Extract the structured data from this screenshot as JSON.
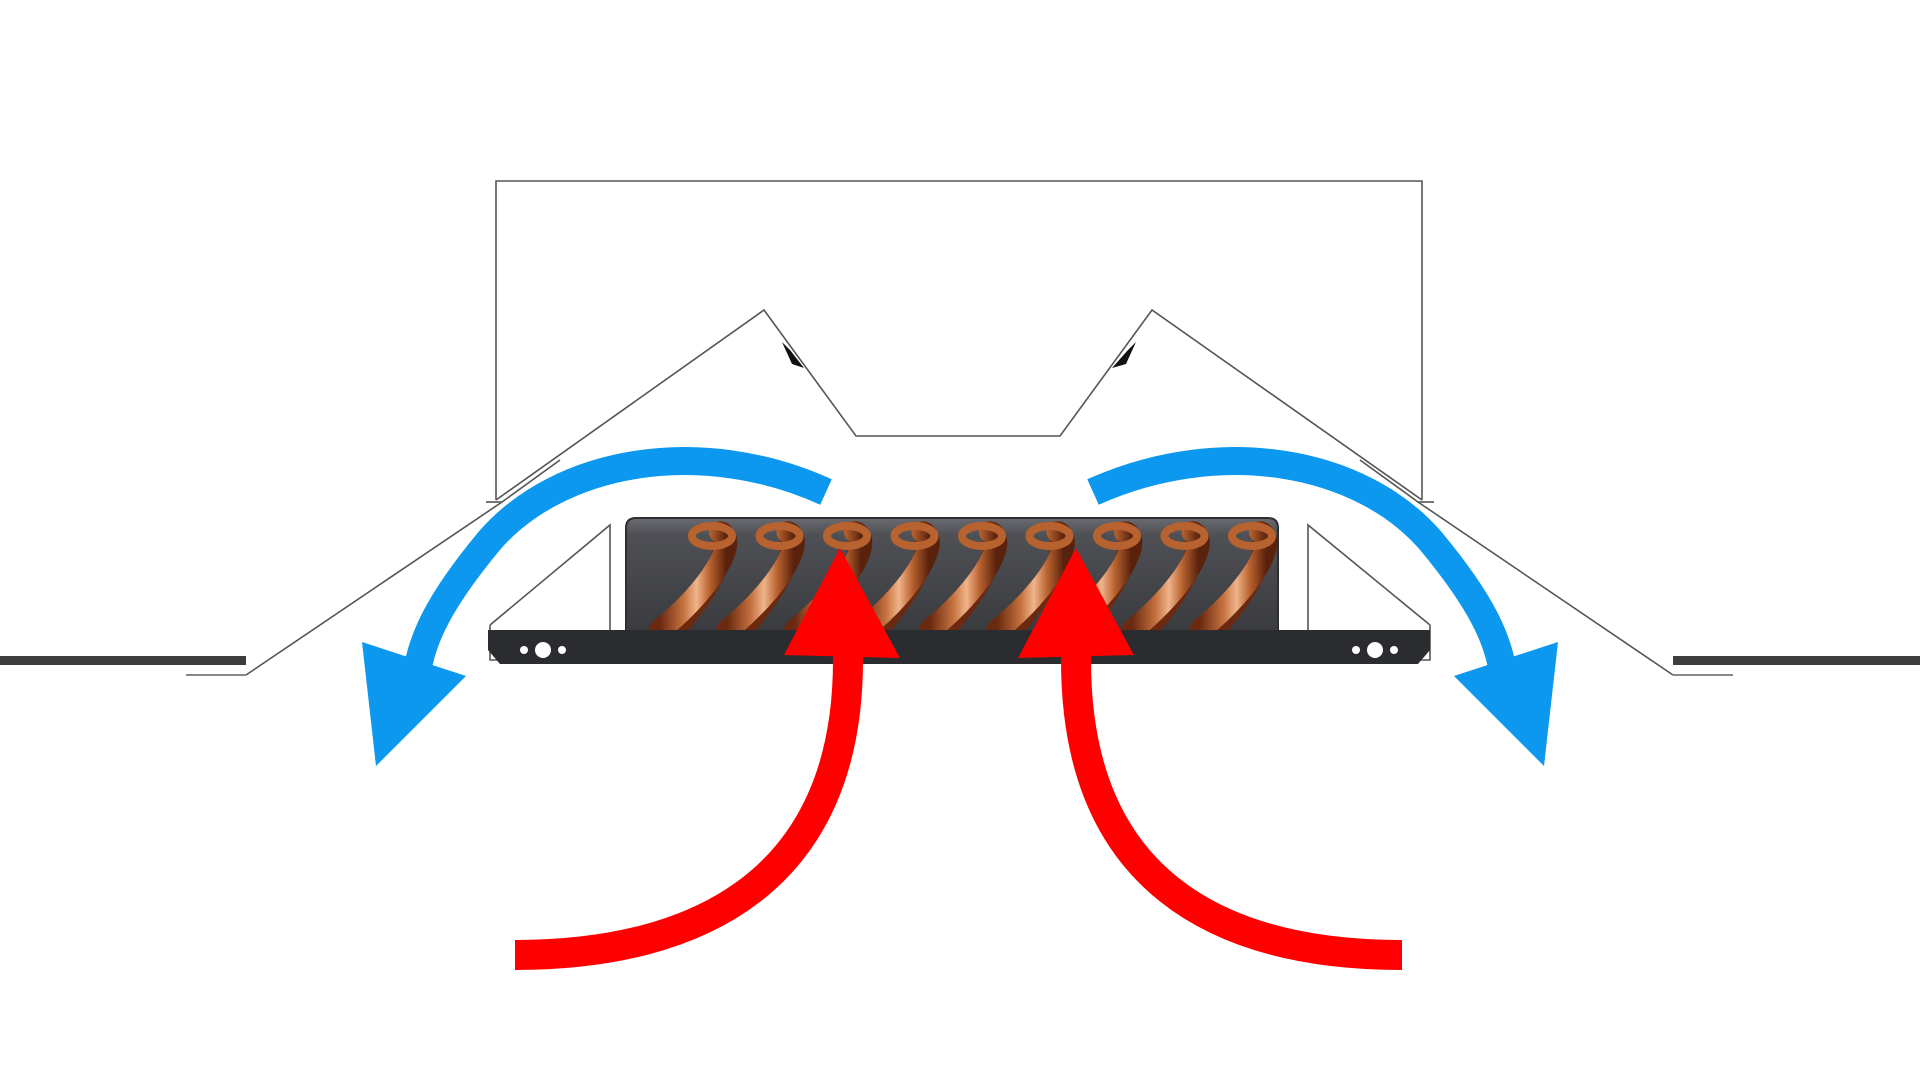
{
  "diagram": {
    "kind": "ceiling cassette airflow cross-section",
    "colors": {
      "background": "#ffffff",
      "outline": "#555555",
      "ceiling": "#3d3d3d",
      "coil_body": "#4a4b4f",
      "coil_body_edge": "#2e2f33",
      "base_plate": "#2b2c30",
      "copper_light": "#e9a578",
      "copper_mid": "#b8622f",
      "copper_dark": "#6b2a10",
      "warm_air": "#ff0000",
      "cool_air": "#0b98ee",
      "motor_mount": "#111111"
    },
    "components": {
      "housing": "housing-outline",
      "ceiling_left": "ceiling-panel-left",
      "ceiling_right": "ceiling-panel-right",
      "heat_exchanger": "copper-coil-heat-exchanger",
      "base_plate": "mounting-base-plate"
    },
    "airflow": {
      "intake_arrows": 2,
      "outlet_arrows": 2,
      "intake_icon": "warm-air-arrow-icon",
      "outlet_icon": "cool-air-arrow-icon"
    },
    "coil_turns": 9
  }
}
